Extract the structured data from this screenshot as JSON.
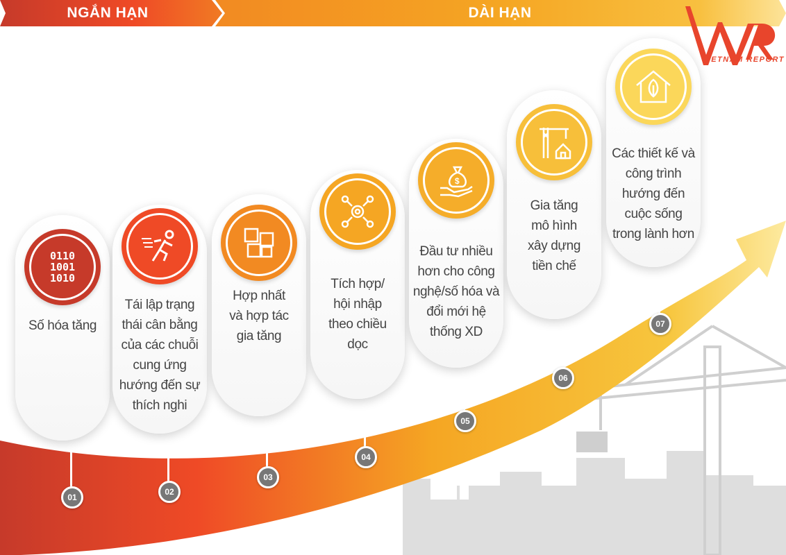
{
  "header": {
    "short_term": "NGẮN HẠN",
    "long_term": "DÀI HẠN"
  },
  "logo": {
    "mark": "VNR",
    "subtitle": "VIETNAM REPORT"
  },
  "colors": {
    "red": "#c63a2a",
    "red_orange": "#ef4a26",
    "orange": "#f28a22",
    "amber": "#f5a623",
    "yellow": "#f7c63e",
    "light_yellow": "#fbd75a",
    "grey_city": "#d9d9d9"
  },
  "steps": [
    {
      "number": "01",
      "icon": "binary-code-icon",
      "lines": [
        "Số hóa tăng"
      ]
    },
    {
      "number": "02",
      "icon": "running-man-icon",
      "lines": [
        "Tái lập trạng",
        "thái cân bằng",
        "của các chuỗi",
        "cung ứng",
        "hướng đến sự",
        "thích nghi"
      ]
    },
    {
      "number": "03",
      "icon": "puzzle-icon",
      "lines": [
        "Hợp nhất",
        "và hợp tác",
        "gia tăng"
      ]
    },
    {
      "number": "04",
      "icon": "gear-network-icon",
      "lines": [
        "Tích hợp/",
        "hội nhập",
        "theo chiều",
        "dọc"
      ]
    },
    {
      "number": "05",
      "icon": "money-bag-hand-icon",
      "lines": [
        "Đầu tư nhiều",
        "hơn cho công",
        "nghệ/số hóa và",
        "đổi mới hệ",
        "thống XD"
      ]
    },
    {
      "number": "06",
      "icon": "crane-house-icon",
      "lines": [
        "Gia tăng",
        "mô hình",
        "xây dựng",
        "tiền chế"
      ]
    },
    {
      "number": "07",
      "icon": "green-house-icon",
      "lines": [
        "Các thiết kế và",
        "công trình",
        "hướng đến",
        "cuộc sống",
        "trong lành hơn"
      ]
    }
  ]
}
